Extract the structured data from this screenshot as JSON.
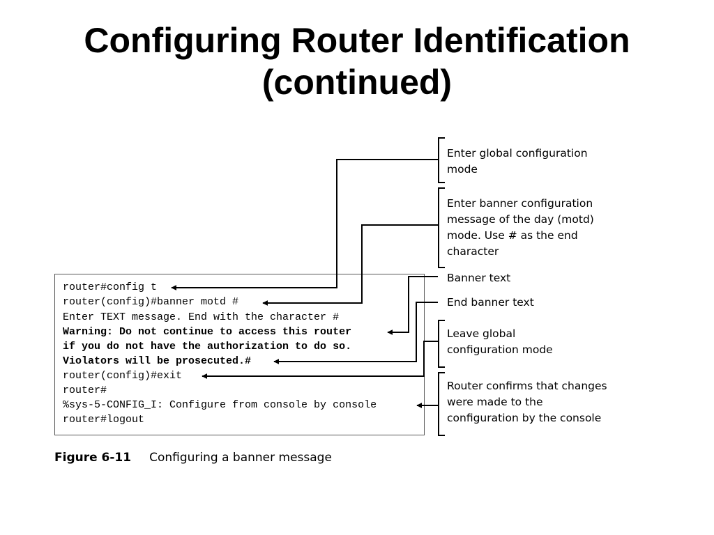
{
  "slide": {
    "title_lines": [
      "Configuring Router Identification",
      "(continued)"
    ]
  },
  "console": {
    "lines": [
      {
        "text": "router#config t",
        "bold": false
      },
      {
        "text": "router(config)#banner motd #",
        "bold": false
      },
      {
        "text": "Enter TEXT message. End with the character #",
        "bold": false
      },
      {
        "text": "Warning: Do not continue to access this router",
        "bold": true
      },
      {
        "text": "if you do not have the authorization to do so.",
        "bold": true
      },
      {
        "text": "Violators will be prosecuted.#",
        "bold": true
      },
      {
        "text": "router(config)#exit",
        "bold": false
      },
      {
        "text": "router#",
        "bold": false
      },
      {
        "text": "%sys-5-CONFIG_I: Configure from console by console",
        "bold": false
      },
      {
        "text": "router#logout",
        "bold": false
      }
    ]
  },
  "annotations": [
    {
      "lines": [
        "Enter global configuration",
        "mode"
      ]
    },
    {
      "lines": [
        "Enter banner configuration",
        "message of the day (motd)",
        "mode. Use # as the end",
        "character"
      ]
    },
    {
      "lines": [
        "Banner text"
      ]
    },
    {
      "lines": [
        "End banner text"
      ]
    },
    {
      "lines": [
        "Leave global",
        "configuration mode"
      ]
    },
    {
      "lines": [
        "Router confirms that changes",
        "were made to the",
        "configuration by the console"
      ]
    }
  ],
  "figure": {
    "label": "Figure 6-11",
    "caption": "Configuring a banner message"
  }
}
